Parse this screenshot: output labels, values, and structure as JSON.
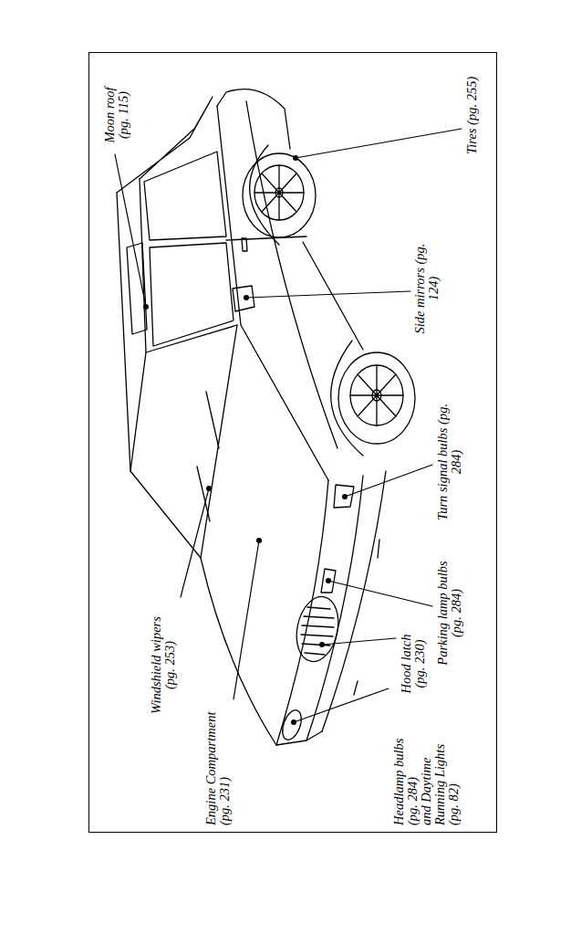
{
  "diagram": {
    "labels": [
      "Moon roof (pg. 115)",
      "Tires (pg. 255)",
      "Side mirrors (pg. 124)",
      "Turn signal bulbs (pg. 284)",
      "Parking lamp bulbs (pg. 284)",
      "Hood latch (pg. 230)",
      "Headlamp bulbs (pg. 284)",
      "and Daytime Running Lights (pg. 82)",
      "Windshield wipers (pg. 253)",
      "Engine Compartment (pg. 231)"
    ]
  }
}
